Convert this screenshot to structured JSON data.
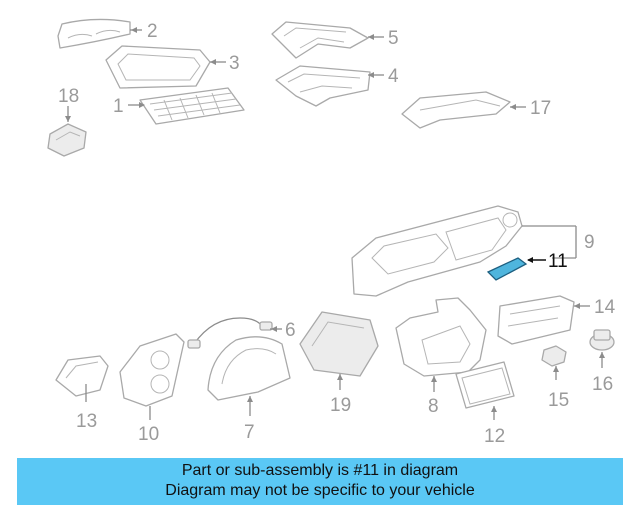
{
  "callouts": {
    "c1": "1",
    "c2": "2",
    "c3": "3",
    "c4": "4",
    "c5": "5",
    "c6": "6",
    "c7": "7",
    "c8": "8",
    "c9": "9",
    "c10": "10",
    "c11": "11",
    "c12": "12",
    "c13": "13",
    "c14": "14",
    "c15": "15",
    "c16": "16",
    "c17": "17",
    "c18": "18",
    "c19": "19"
  },
  "highlighted_part": "11",
  "colors": {
    "banner": "#5ac8f5",
    "highlight": "#4fb5dd",
    "line_art": "#a9a9a9"
  },
  "banner": {
    "line1": "Part or sub-assembly is #11 in diagram",
    "line2": "Diagram may not be specific to your vehicle"
  }
}
